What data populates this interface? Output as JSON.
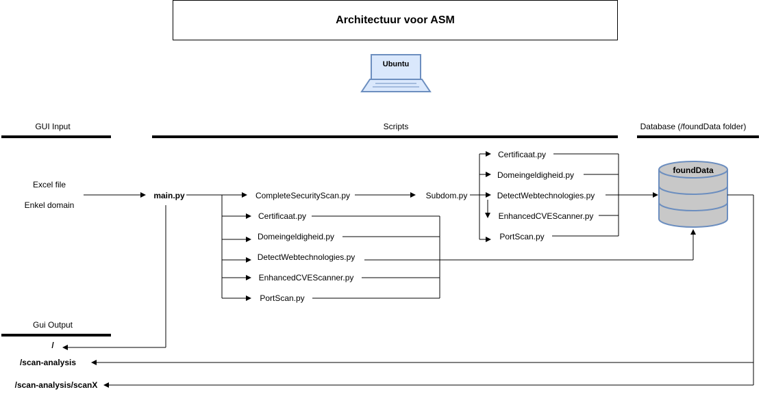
{
  "title": "Architectuur voor ASM",
  "host": {
    "label": "Ubuntu",
    "icon": "laptop-icon"
  },
  "sections": {
    "gui_input": "GUI Input",
    "scripts": "Scripts",
    "database": "Database (/foundData folder)",
    "gui_output": "Gui Output"
  },
  "inputs": [
    "Excel file",
    "Enkel domain"
  ],
  "main_script": "main.py",
  "main_children": [
    "CompleteSecurityScan.py",
    "Certificaat.py",
    "Domeingeldigheid.py",
    "DetectWebtechnologies.py",
    "EnhancedCVEScanner.py",
    "PortScan.py"
  ],
  "subdom": "Subdom.py",
  "subdom_children": [
    "Certificaat.py",
    "Domeingeldigheid.py",
    "DetectWebtechnologies.py",
    "EnhancedCVEScanner.py",
    "PortScan.py"
  ],
  "database": {
    "label": "foundData",
    "icon": "database-icon",
    "color": "#c8c8c8",
    "stroke": "#6c8ebf"
  },
  "outputs": [
    "/",
    "/scan-analysis",
    "/scan-analysis/scanX"
  ]
}
